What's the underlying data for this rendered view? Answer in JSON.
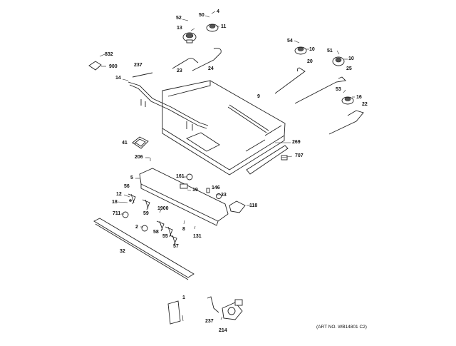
{
  "diagram": {
    "title": "Gas range burner / manifold exploded parts diagram",
    "art_number": "(ART NO. WB14801 C2)",
    "labels": {
      "l52": "52",
      "l13": "13",
      "l50": "50",
      "l4": "4",
      "l11": "11",
      "l23": "23",
      "l24": "24",
      "l54": "54",
      "l10a": "10",
      "l51": "51",
      "l10b": "10",
      "l20": "20",
      "l25": "25",
      "l53": "53",
      "l16": "16",
      "l22": "22",
      "l832": "832",
      "l900": "900",
      "l237a": "237",
      "l14": "14",
      "l9": "9",
      "l41": "41",
      "l206": "206",
      "l269": "269",
      "l707": "707",
      "l5": "5",
      "l161": "161",
      "l19": "19",
      "l146": "146",
      "l33": "33",
      "l118": "118",
      "l56": "56",
      "l12": "12",
      "l18": "18",
      "l59": "59",
      "l1900": "1900",
      "l711": "711",
      "l2": "2",
      "l58": "58",
      "l8": "8",
      "l55": "55",
      "l131": "131",
      "l57": "57",
      "l32": "32",
      "l1": "1",
      "l237b": "237",
      "l214": "214"
    }
  }
}
